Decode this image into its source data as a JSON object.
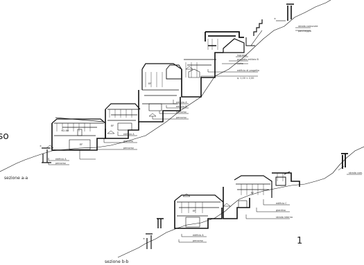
{
  "drawing": {
    "fragment_left": "so",
    "sheet_number": "1",
    "section_a": {
      "title": "sezione a-a",
      "labels": [
        "strada comunale",
        "parcheggio",
        "ingresso",
        "progetto edilizio B",
        "corte",
        "edificio di progetto",
        "q. 1,00 < 2,00",
        "edificio A",
        "edificio B",
        "percorso",
        "percorso",
        "edificio A",
        "giardino",
        "percorso",
        "edificio A",
        "percorso"
      ]
    },
    "section_b": {
      "title": "sezione b-b",
      "labels": [
        "strada com.",
        "edificio C",
        "giardino",
        "strada interna",
        "edificio A",
        "percorso"
      ]
    }
  }
}
